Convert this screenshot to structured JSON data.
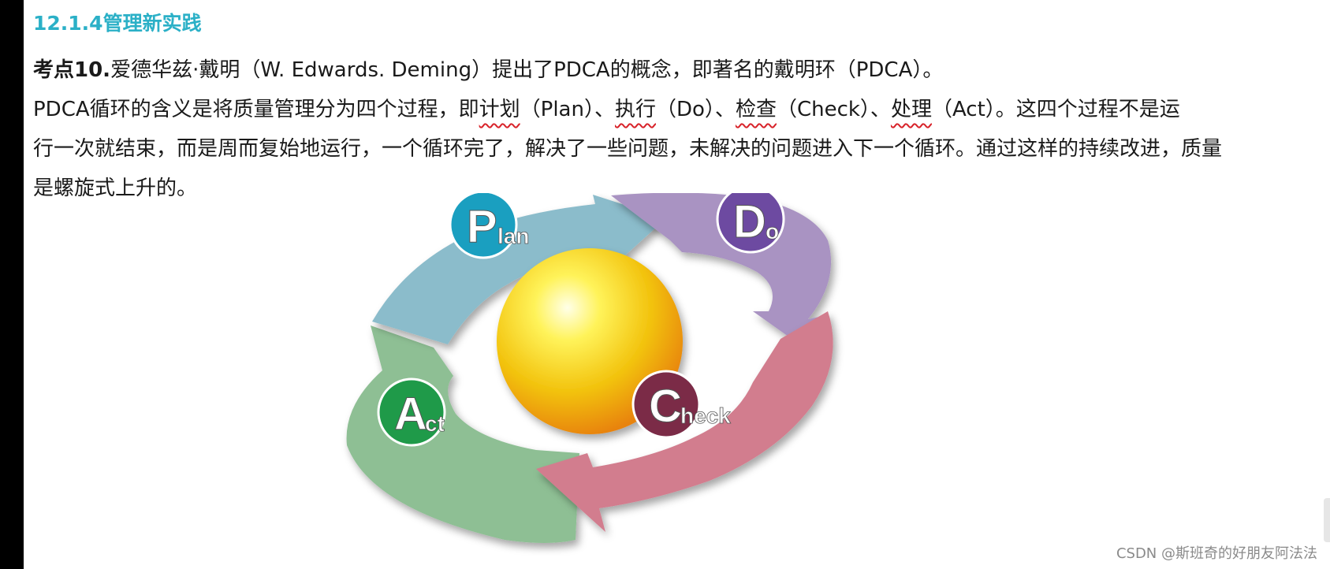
{
  "section": {
    "heading": "12.1.4管理新实践"
  },
  "paragraph": {
    "key_label": "考点10.",
    "line1_rest": "爱德华兹·戴明（W. Edwards. Deming）提出了PDCA的概念，即著名的戴明环（PDCA）。",
    "line2_intro": "PDCA循环的含义是将质量管理分为四个过程，即",
    "term_plan": "计划",
    "term_plan_en": "（Plan）、",
    "term_do": "执行",
    "term_do_en": "（Do）、",
    "term_check": "检查",
    "term_check_en": "（Check）、",
    "term_act": "处理",
    "term_act_en": "（Act）。这四个过程不是运",
    "line3": "行一次就结束，而是周而复始地运行，一个循环完了，解决了一些问题，未解决的问题进入下一个循环。通过这样的持续改进，质量",
    "line4": "是螺旋式上升的。"
  },
  "diagram": {
    "plan_big": "P",
    "plan_small": "lan",
    "do_big": "D",
    "do_small": "o",
    "check_big": "C",
    "check_small": "heck",
    "act_big": "A",
    "act_small": "ct",
    "colors": {
      "plan_arrow": "#8bbccb",
      "do_arrow": "#a993c2",
      "check_arrow": "#d27d8e",
      "act_arrow": "#8ebf94",
      "plan_circle": "#1a9fc0",
      "do_circle": "#6d4aa1",
      "check_circle": "#7b2b47",
      "act_circle": "#1f9a49",
      "sphere": "#f2c20c"
    }
  },
  "watermark": "CSDN @斯班奇的好朋友阿法法"
}
